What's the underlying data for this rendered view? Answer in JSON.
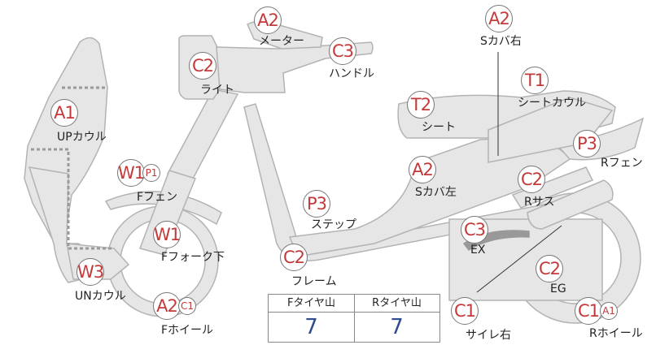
{
  "parts": {
    "meter": {
      "label": "メーター",
      "grade": "A2"
    },
    "handle": {
      "label": "ハンドル",
      "grade": "C3"
    },
    "light": {
      "label": "ライト",
      "grade": "C2"
    },
    "s_cover_r": {
      "label": "Sカバ右",
      "grade": "A2"
    },
    "seat_cowl": {
      "label": "シートカウル",
      "grade": "T1"
    },
    "seat": {
      "label": "シート",
      "grade": "T2"
    },
    "up_cowl": {
      "label": "UPカウル",
      "grade": "A1"
    },
    "r_fender": {
      "label": "Rフェン",
      "grade": "P3"
    },
    "f_fender": {
      "label": "Fフェン",
      "grade": "W1",
      "sub_grade": "P1"
    },
    "s_cover_l": {
      "label": "Sカバ左",
      "grade": "A2"
    },
    "r_suspension": {
      "label": "Rサス",
      "grade": "C2"
    },
    "step": {
      "label": "ステップ",
      "grade": "P3"
    },
    "exhaust": {
      "label": "EX",
      "grade": "C3"
    },
    "f_fork": {
      "label": "Fフォーク下",
      "grade": "W1"
    },
    "frame": {
      "label": "フレーム",
      "grade": "C2"
    },
    "engine": {
      "label": "EG",
      "grade": "C2"
    },
    "un_cowl": {
      "label": "UNカウル",
      "grade": "W3"
    },
    "f_wheel": {
      "label": "Fホイール",
      "grade": "A2",
      "sub_grade": "C1"
    },
    "muffler_r": {
      "label": "サイレ右",
      "grade": "C1"
    },
    "r_wheel": {
      "label": "Rホイール",
      "grade": "C1",
      "sub_grade": "A1"
    }
  },
  "tire_table": {
    "front_header": "Fタイヤ山",
    "rear_header": "Rタイヤ山",
    "front_value": "7",
    "rear_value": "7"
  },
  "colors": {
    "part_fill": "#e6e6e6",
    "part_stroke": "#b3b3b3",
    "grade_text": "#c43a3a",
    "tire_value_text": "#2f4b8f"
  }
}
